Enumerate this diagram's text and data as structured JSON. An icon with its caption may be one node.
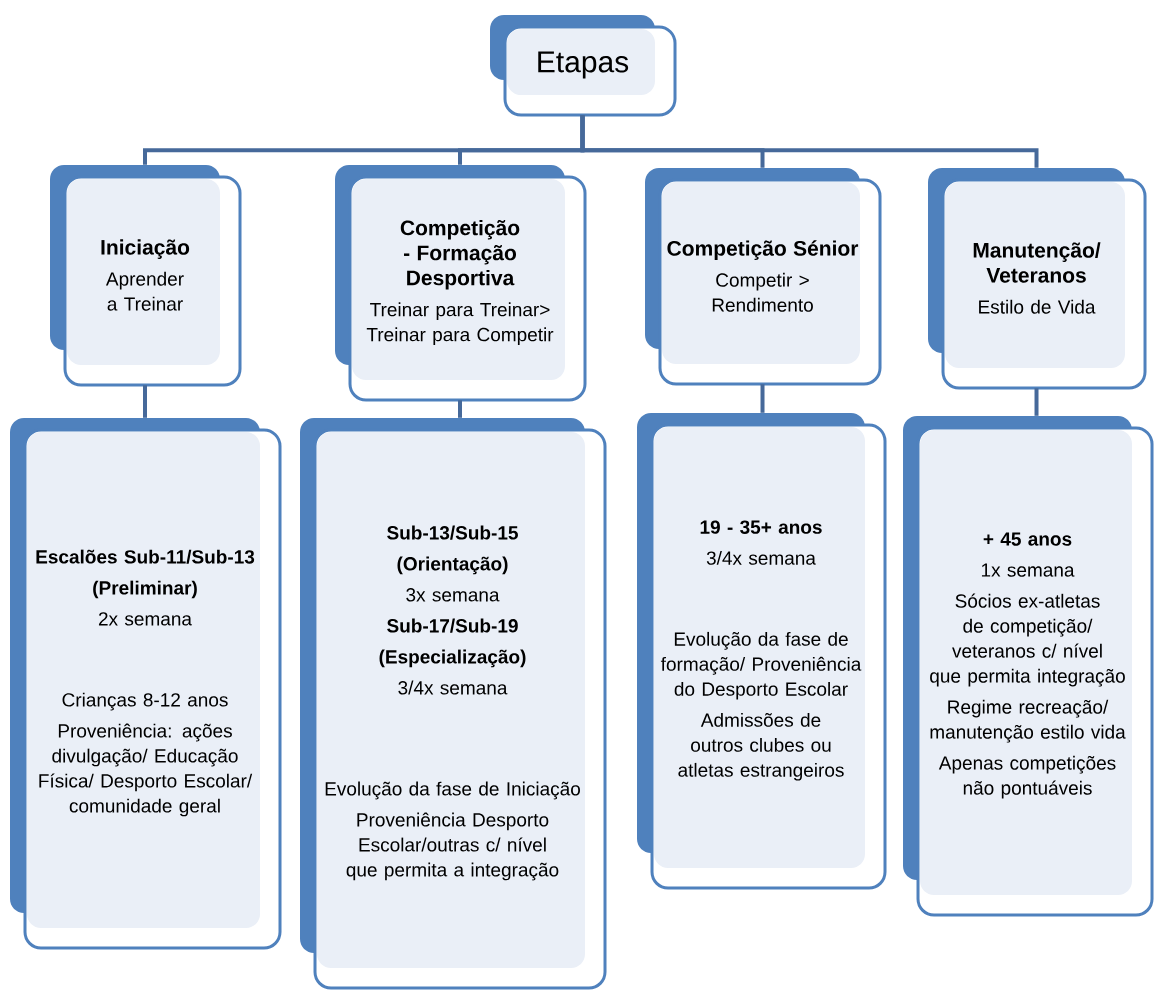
{
  "diagram": {
    "nodes": [
      {
        "text": [
          "Etapas"
        ]
      },
      {
        "text": [
          "Iniciação",
          "Aprender a Treinar"
        ]
      },
      {
        "text": [
          "Competição - Formação Desportiva",
          "Treinar para Treinar> Treinar para Competir"
        ]
      },
      {
        "text": [
          "Competição Sénior",
          "Competir > Rendimento"
        ]
      },
      {
        "text": [
          "Manutenção/ Veteranos",
          "Estilo de Vida"
        ]
      },
      {
        "text": [
          "Escalões Sub-11/Sub-13",
          "(Preliminar)",
          "2x semana",
          "Crianças  8-12 anos",
          "Proveniência: ações divulgação/ Educação Física/ Desporto Escolar/ comunidade geral"
        ]
      },
      {
        "text": [
          "Sub-13/Sub-15",
          "(Orientação)",
          "3x semana",
          "Sub-17/Sub-19",
          "(Especialização)",
          "3/4x semana",
          "Evolução da fase de Iniciação",
          "Proveniência Desporto Escolar/outras  c/ nível que  permita a integração"
        ]
      },
      {
        "text": [
          "19 - 35+  anos",
          "3/4x semana",
          "Evolução da fase de formação/ Proveniência do Desporto Escolar",
          "Admissões de outros clubes ou atletas estrangeiros"
        ]
      },
      {
        "text": [
          "+ 45 anos",
          "1x semana",
          "Sócios ex-atletas de competição/ veteranos c/ nível que permita integração",
          "Regime recreação/ manutenção estilo vida",
          "Apenas competições não pontuáveis"
        ]
      }
    ],
    "edges": [
      {
        "from": 0,
        "to": 1,
        "arrow": "none"
      },
      {
        "from": 0,
        "to": 2,
        "arrow": "none"
      },
      {
        "from": 0,
        "to": 3,
        "arrow": "none"
      },
      {
        "from": 0,
        "to": 4,
        "arrow": "none"
      },
      {
        "from": 1,
        "to": 5,
        "arrow": "none"
      },
      {
        "from": 2,
        "to": 6,
        "arrow": "none"
      },
      {
        "from": 3,
        "to": 7,
        "arrow": "none"
      },
      {
        "from": 4,
        "to": 8,
        "arrow": "none"
      }
    ]
  }
}
